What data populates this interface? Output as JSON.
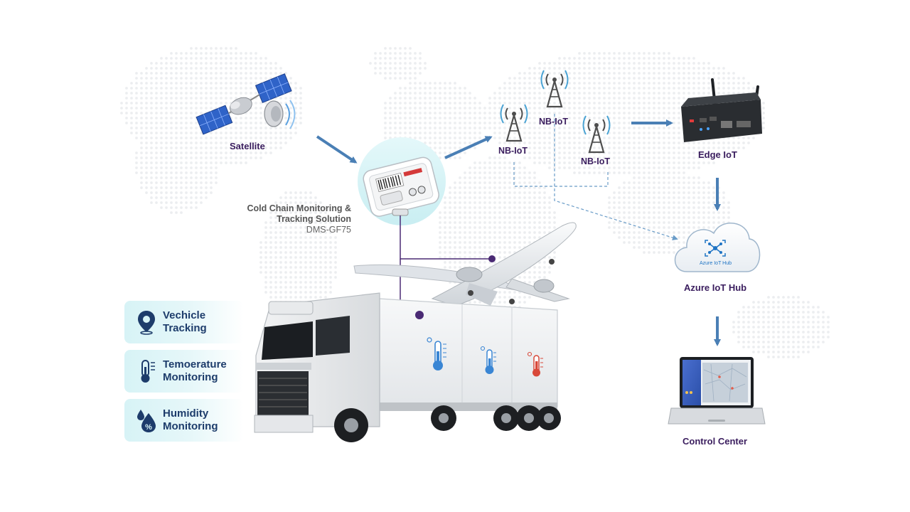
{
  "diagram": {
    "satellite_label": "Satellite",
    "device": {
      "title_line1": "Cold Chain Monitoring &",
      "title_line2": "Tracking Solution",
      "model": "DMS-GF75"
    },
    "towers": [
      {
        "label": "NB-IoT"
      },
      {
        "label": "NB-IoT"
      },
      {
        "label": "NB-IoT"
      }
    ],
    "edge_label": "Edge IoT",
    "hub_label": "Azure IoT Hub",
    "hub_cloud_text": "Azure IoT Hub",
    "control_label": "Control Center",
    "features": [
      {
        "line1": "Vechicle",
        "line2": "Tracking",
        "icon": "location-pin-icon"
      },
      {
        "line1": "Temoerature",
        "line2": "Monitoring",
        "icon": "thermometer-icon"
      },
      {
        "line1": "Humidity",
        "line2": "Monitoring",
        "icon": "humidity-drop-icon"
      }
    ],
    "colors": {
      "accent_blue": "#4a7fb5",
      "label_purple": "#3a1d5e",
      "feature_text": "#1d3c6b",
      "feature_bg": "#d7f3f6"
    }
  }
}
